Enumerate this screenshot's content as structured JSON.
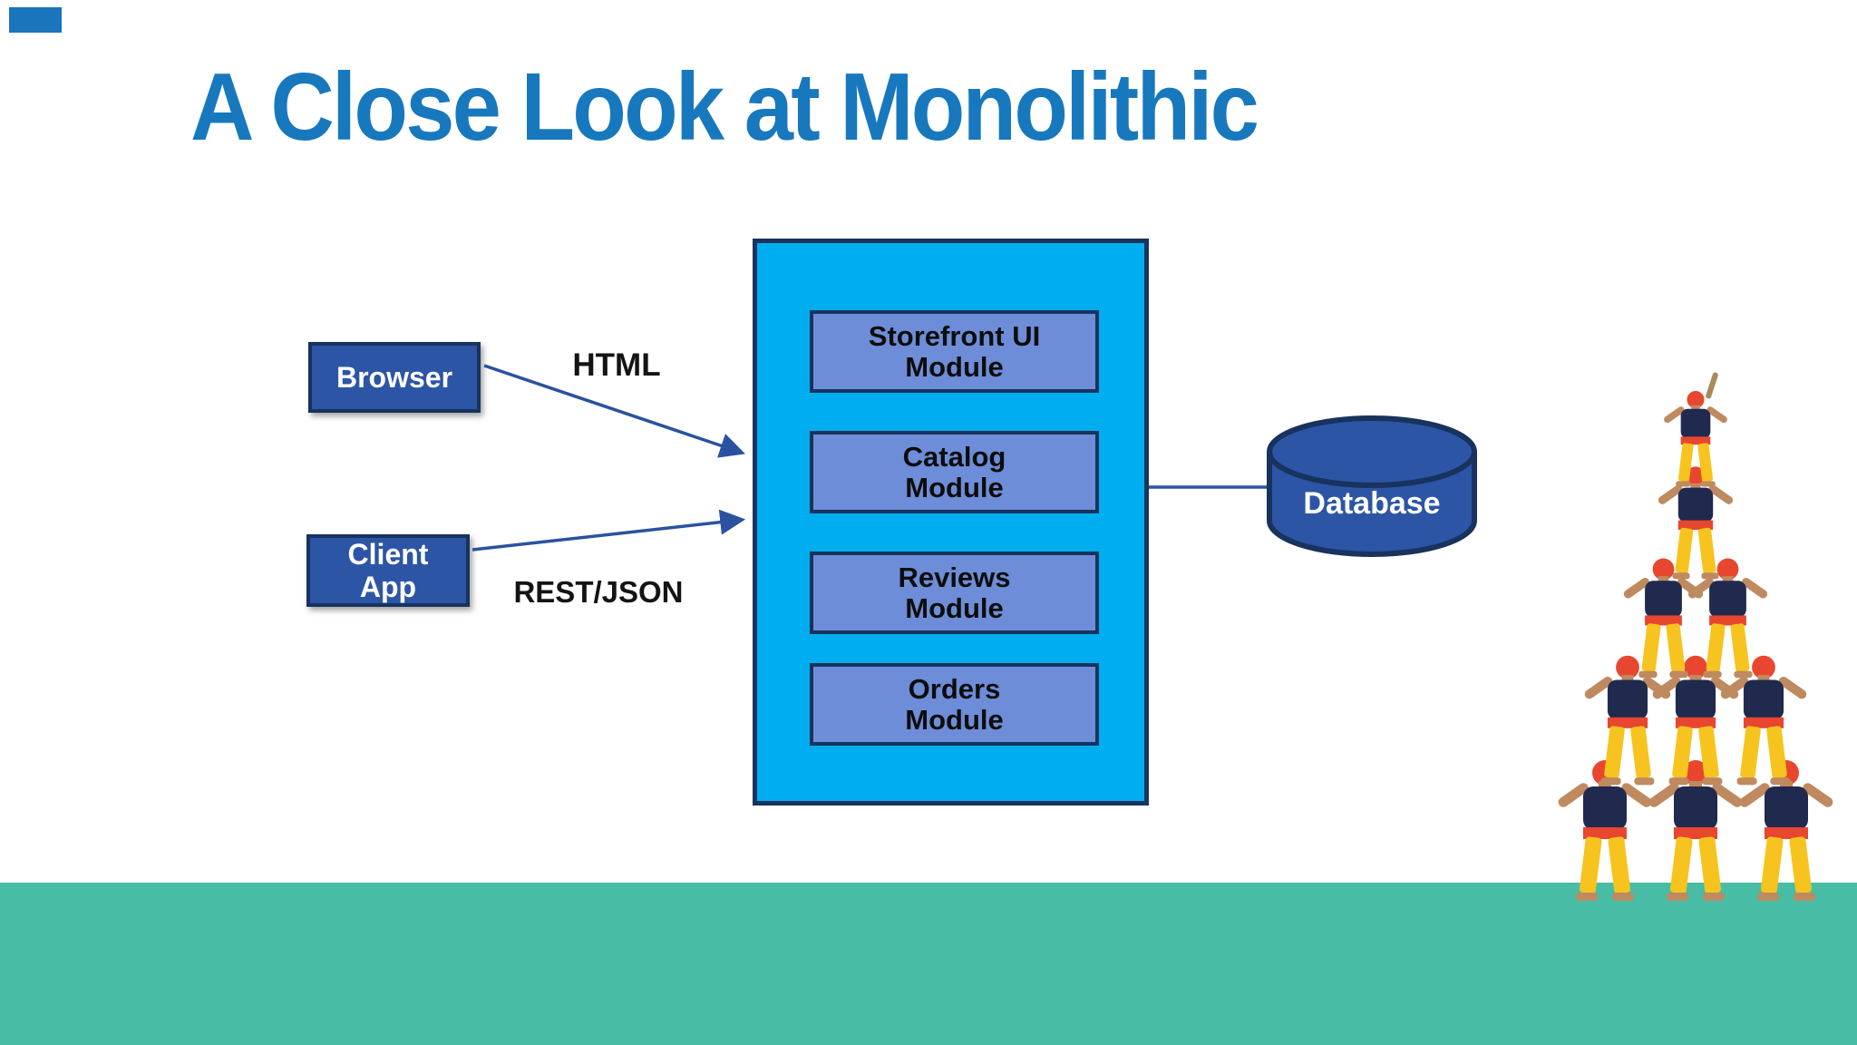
{
  "slide": {
    "title": "A Close Look at Monolithic"
  },
  "nodes": {
    "browser": {
      "label": "Browser"
    },
    "client_app": {
      "line1": "Client",
      "line2": "App"
    },
    "database": {
      "label": "Database"
    }
  },
  "monolith": {
    "modules": [
      {
        "line1": "Storefront UI",
        "line2": "Module"
      },
      {
        "line1": "Catalog",
        "line2": "Module"
      },
      {
        "line1": "Reviews",
        "line2": "Module"
      },
      {
        "line1": "Orders",
        "line2": "Module"
      }
    ]
  },
  "connections": {
    "browser_to_monolith_label": "HTML",
    "client_to_monolith_label": "REST/JSON",
    "monolith_to_database_label": ""
  },
  "illustration": {
    "name": "human-pyramid-castell"
  },
  "colors": {
    "title_blue": "#1878BE",
    "monolith_cyan": "#00AEEF",
    "module_blue": "#6E8DD8",
    "node_blue": "#2D55A5",
    "outline_navy": "#17335E",
    "connector_blue": "#2A52A0",
    "ground_teal": "#48BCA4",
    "corner_accent_blue": "#1B75BC",
    "castell_red": "#E8462E",
    "castell_navy": "#202A4E",
    "castell_yellow": "#F7C31E",
    "castell_skin": "#BF8A60"
  }
}
